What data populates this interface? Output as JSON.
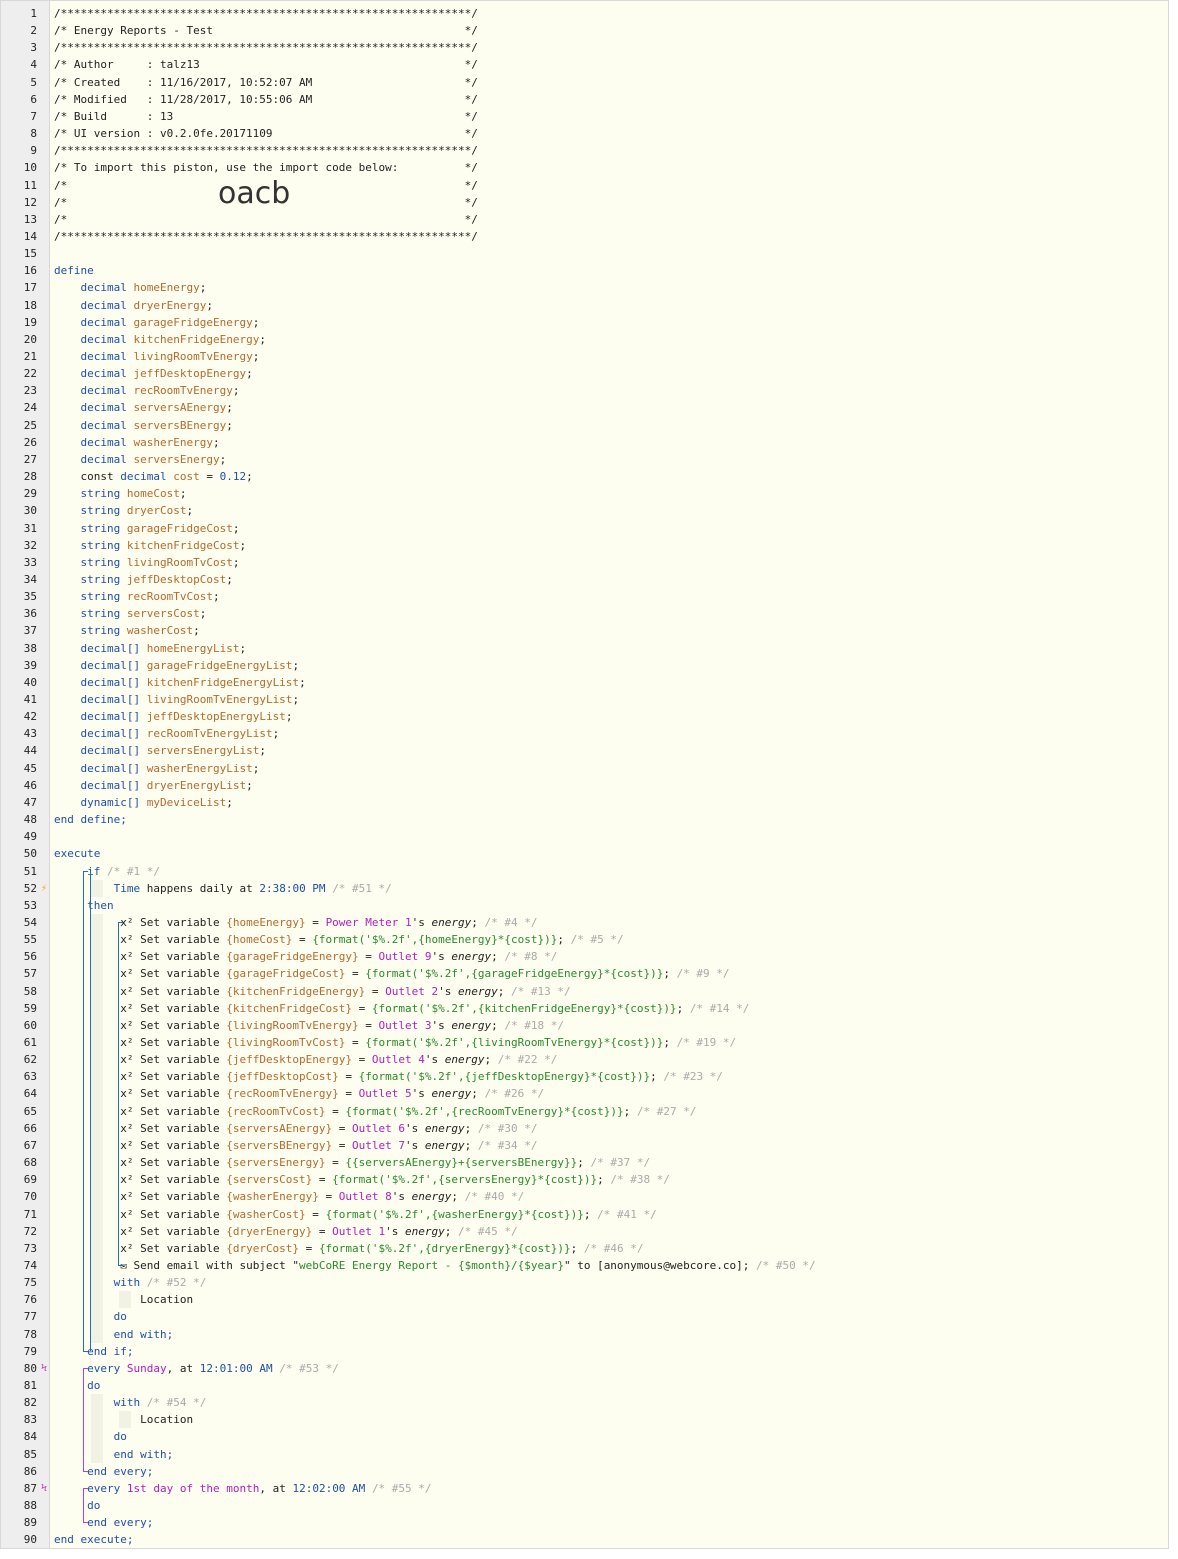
{
  "header": [
    "/**************************************************************/",
    "/* Energy Reports - Test                                      */",
    "/**************************************************************/",
    "/* Author     : talz13                                        */",
    "/* Created    : 11/16/2017, 10:52:07 AM                       */",
    "/* Modified   : 11/28/2017, 10:55:06 AM                       */",
    "/* Build      : 13                                            */",
    "/* UI version : v0.2.0fe.20171109                             */",
    "/**************************************************************/",
    "/* To import this piston, use the import code below:          */",
    "/*                                                            */",
    "/*                                                            */",
    "/*                                                            */",
    "/**************************************************************/"
  ],
  "import_code": "oacb",
  "keywords": {
    "define": "define",
    "end_define": "end define;",
    "execute": "execute",
    "end_execute": "end execute;",
    "if": "if",
    "then": "then",
    "end_if": "end if;",
    "with": "with",
    "do": "do",
    "end_with": "end with;",
    "end_every": "end every;",
    "location": "Location",
    "const": "const"
  },
  "variables": [
    {
      "type": "decimal",
      "name": "homeEnergy"
    },
    {
      "type": "decimal",
      "name": "dryerEnergy"
    },
    {
      "type": "decimal",
      "name": "garageFridgeEnergy"
    },
    {
      "type": "decimal",
      "name": "kitchenFridgeEnergy"
    },
    {
      "type": "decimal",
      "name": "livingRoomTvEnergy"
    },
    {
      "type": "decimal",
      "name": "jeffDesktopEnergy"
    },
    {
      "type": "decimal",
      "name": "recRoomTvEnergy"
    },
    {
      "type": "decimal",
      "name": "serversAEnergy"
    },
    {
      "type": "decimal",
      "name": "serversBEnergy"
    },
    {
      "type": "decimal",
      "name": "washerEnergy"
    },
    {
      "type": "decimal",
      "name": "serversEnergy"
    },
    {
      "type": "decimal",
      "name": "cost",
      "const": true,
      "value": "0.12"
    },
    {
      "type": "string",
      "name": "homeCost"
    },
    {
      "type": "string",
      "name": "dryerCost"
    },
    {
      "type": "string",
      "name": "garageFridgeCost"
    },
    {
      "type": "string",
      "name": "kitchenFridgeCost"
    },
    {
      "type": "string",
      "name": "livingRoomTvCost"
    },
    {
      "type": "string",
      "name": "jeffDesktopCost"
    },
    {
      "type": "string",
      "name": "recRoomTvCost"
    },
    {
      "type": "string",
      "name": "serversCost"
    },
    {
      "type": "string",
      "name": "washerCost"
    },
    {
      "type": "decimal[]",
      "name": "homeEnergyList"
    },
    {
      "type": "decimal[]",
      "name": "garageFridgeEnergyList"
    },
    {
      "type": "decimal[]",
      "name": "kitchenFridgeEnergyList"
    },
    {
      "type": "decimal[]",
      "name": "livingRoomTvEnergyList"
    },
    {
      "type": "decimal[]",
      "name": "jeffDesktopEnergyList"
    },
    {
      "type": "decimal[]",
      "name": "recRoomTvEnergyList"
    },
    {
      "type": "decimal[]",
      "name": "serversEnergyList"
    },
    {
      "type": "decimal[]",
      "name": "washerEnergyList"
    },
    {
      "type": "decimal[]",
      "name": "dryerEnergyList"
    },
    {
      "type": "dynamic[]",
      "name": "myDeviceList"
    }
  ],
  "if_block": {
    "comment": "/* #1 */",
    "trigger": {
      "subject": "Time",
      "text": " happens daily at ",
      "time": "2:38:00 PM",
      "comment": "/* #51 */"
    }
  },
  "set_prefix": "x² Set variable ",
  "actions": [
    {
      "var": "{homeEnergy}",
      "kind": "device",
      "device": "Power Meter 1",
      "attr": "energy",
      "comment": "/* #4 */"
    },
    {
      "var": "{homeCost}",
      "kind": "expr",
      "expr": "{format('$%.2f',{homeEnergy}*{cost})}",
      "comment": "/* #5 */"
    },
    {
      "var": "{garageFridgeEnergy}",
      "kind": "device",
      "device": "Outlet 9",
      "attr": "energy",
      "comment": "/* #8 */"
    },
    {
      "var": "{garageFridgeCost}",
      "kind": "expr",
      "expr": "{format('$%.2f',{garageFridgeEnergy}*{cost})}",
      "comment": "/* #9 */"
    },
    {
      "var": "{kitchenFridgeEnergy}",
      "kind": "device",
      "device": "Outlet 2",
      "attr": "energy",
      "comment": "/* #13 */"
    },
    {
      "var": "{kitchenFridgeCost}",
      "kind": "expr",
      "expr": "{format('$%.2f',{kitchenFridgeEnergy}*{cost})}",
      "comment": "/* #14 */"
    },
    {
      "var": "{livingRoomTvEnergy}",
      "kind": "device",
      "device": "Outlet 3",
      "attr": "energy",
      "comment": "/* #18 */"
    },
    {
      "var": "{livingRoomTvCost}",
      "kind": "expr",
      "expr": "{format('$%.2f',{livingRoomTvEnergy}*{cost})}",
      "comment": "/* #19 */"
    },
    {
      "var": "{jeffDesktopEnergy}",
      "kind": "device",
      "device": "Outlet 4",
      "attr": "energy",
      "comment": "/* #22 */"
    },
    {
      "var": "{jeffDesktopCost}",
      "kind": "expr",
      "expr": "{format('$%.2f',{jeffDesktopEnergy}*{cost})}",
      "comment": "/* #23 */"
    },
    {
      "var": "{recRoomTvEnergy}",
      "kind": "device",
      "device": "Outlet 5",
      "attr": "energy",
      "comment": "/* #26 */"
    },
    {
      "var": "{recRoomTvCost}",
      "kind": "expr",
      "expr": "{format('$%.2f',{recRoomTvEnergy}*{cost})}",
      "comment": "/* #27 */"
    },
    {
      "var": "{serversAEnergy}",
      "kind": "device",
      "device": "Outlet 6",
      "attr": "energy",
      "comment": "/* #30 */"
    },
    {
      "var": "{serversBEnergy}",
      "kind": "device",
      "device": "Outlet 7",
      "attr": "energy",
      "comment": "/* #34 */"
    },
    {
      "var": "{serversEnergy}",
      "kind": "expr",
      "expr": "{{serversAEnergy}+{serversBEnergy}}",
      "comment": "/* #37 */"
    },
    {
      "var": "{serversCost}",
      "kind": "expr",
      "expr": "{format('$%.2f',{serversEnergy}*{cost})}",
      "comment": "/* #38 */"
    },
    {
      "var": "{washerEnergy}",
      "kind": "device",
      "device": "Outlet 8",
      "attr": "energy",
      "comment": "/* #40 */"
    },
    {
      "var": "{washerCost}",
      "kind": "expr",
      "expr": "{format('$%.2f',{washerEnergy}*{cost})}",
      "comment": "/* #41 */"
    },
    {
      "var": "{dryerEnergy}",
      "kind": "device",
      "device": "Outlet 1",
      "attr": "energy",
      "comment": "/* #45 */"
    },
    {
      "var": "{dryerCost}",
      "kind": "expr",
      "expr": "{format('$%.2f',{dryerEnergy}*{cost})}",
      "comment": "/* #46 */"
    }
  ],
  "email": {
    "prefix": " Send email with subject \"",
    "subject": "webCoRE Energy Report - {$month}/{$year}",
    "suffix": "\" to [anonymous@webcore.co];",
    "comment": "/* #50 */"
  },
  "with1_comment": "/* #52 */",
  "every1": {
    "prefix": "every ",
    "when": "Sunday",
    "mid": ", at ",
    "time": "12:01:00 AM",
    "comment": "/* #53 */"
  },
  "with2_comment": "/* #54 */",
  "every2": {
    "prefix": "every ",
    "when": "1st day of the month",
    "mid": ", at ",
    "time": "12:02:00 AM",
    "comment": "/* #55 */"
  },
  "colors": {
    "keyword": "#1e4fa8",
    "variable": "#b36b2e",
    "device": "#b020c0",
    "comment": "#aaaaaa",
    "expression": "#2a8a2a",
    "if_bar": "#1e6fb6",
    "every_bar": "#c040c0"
  }
}
